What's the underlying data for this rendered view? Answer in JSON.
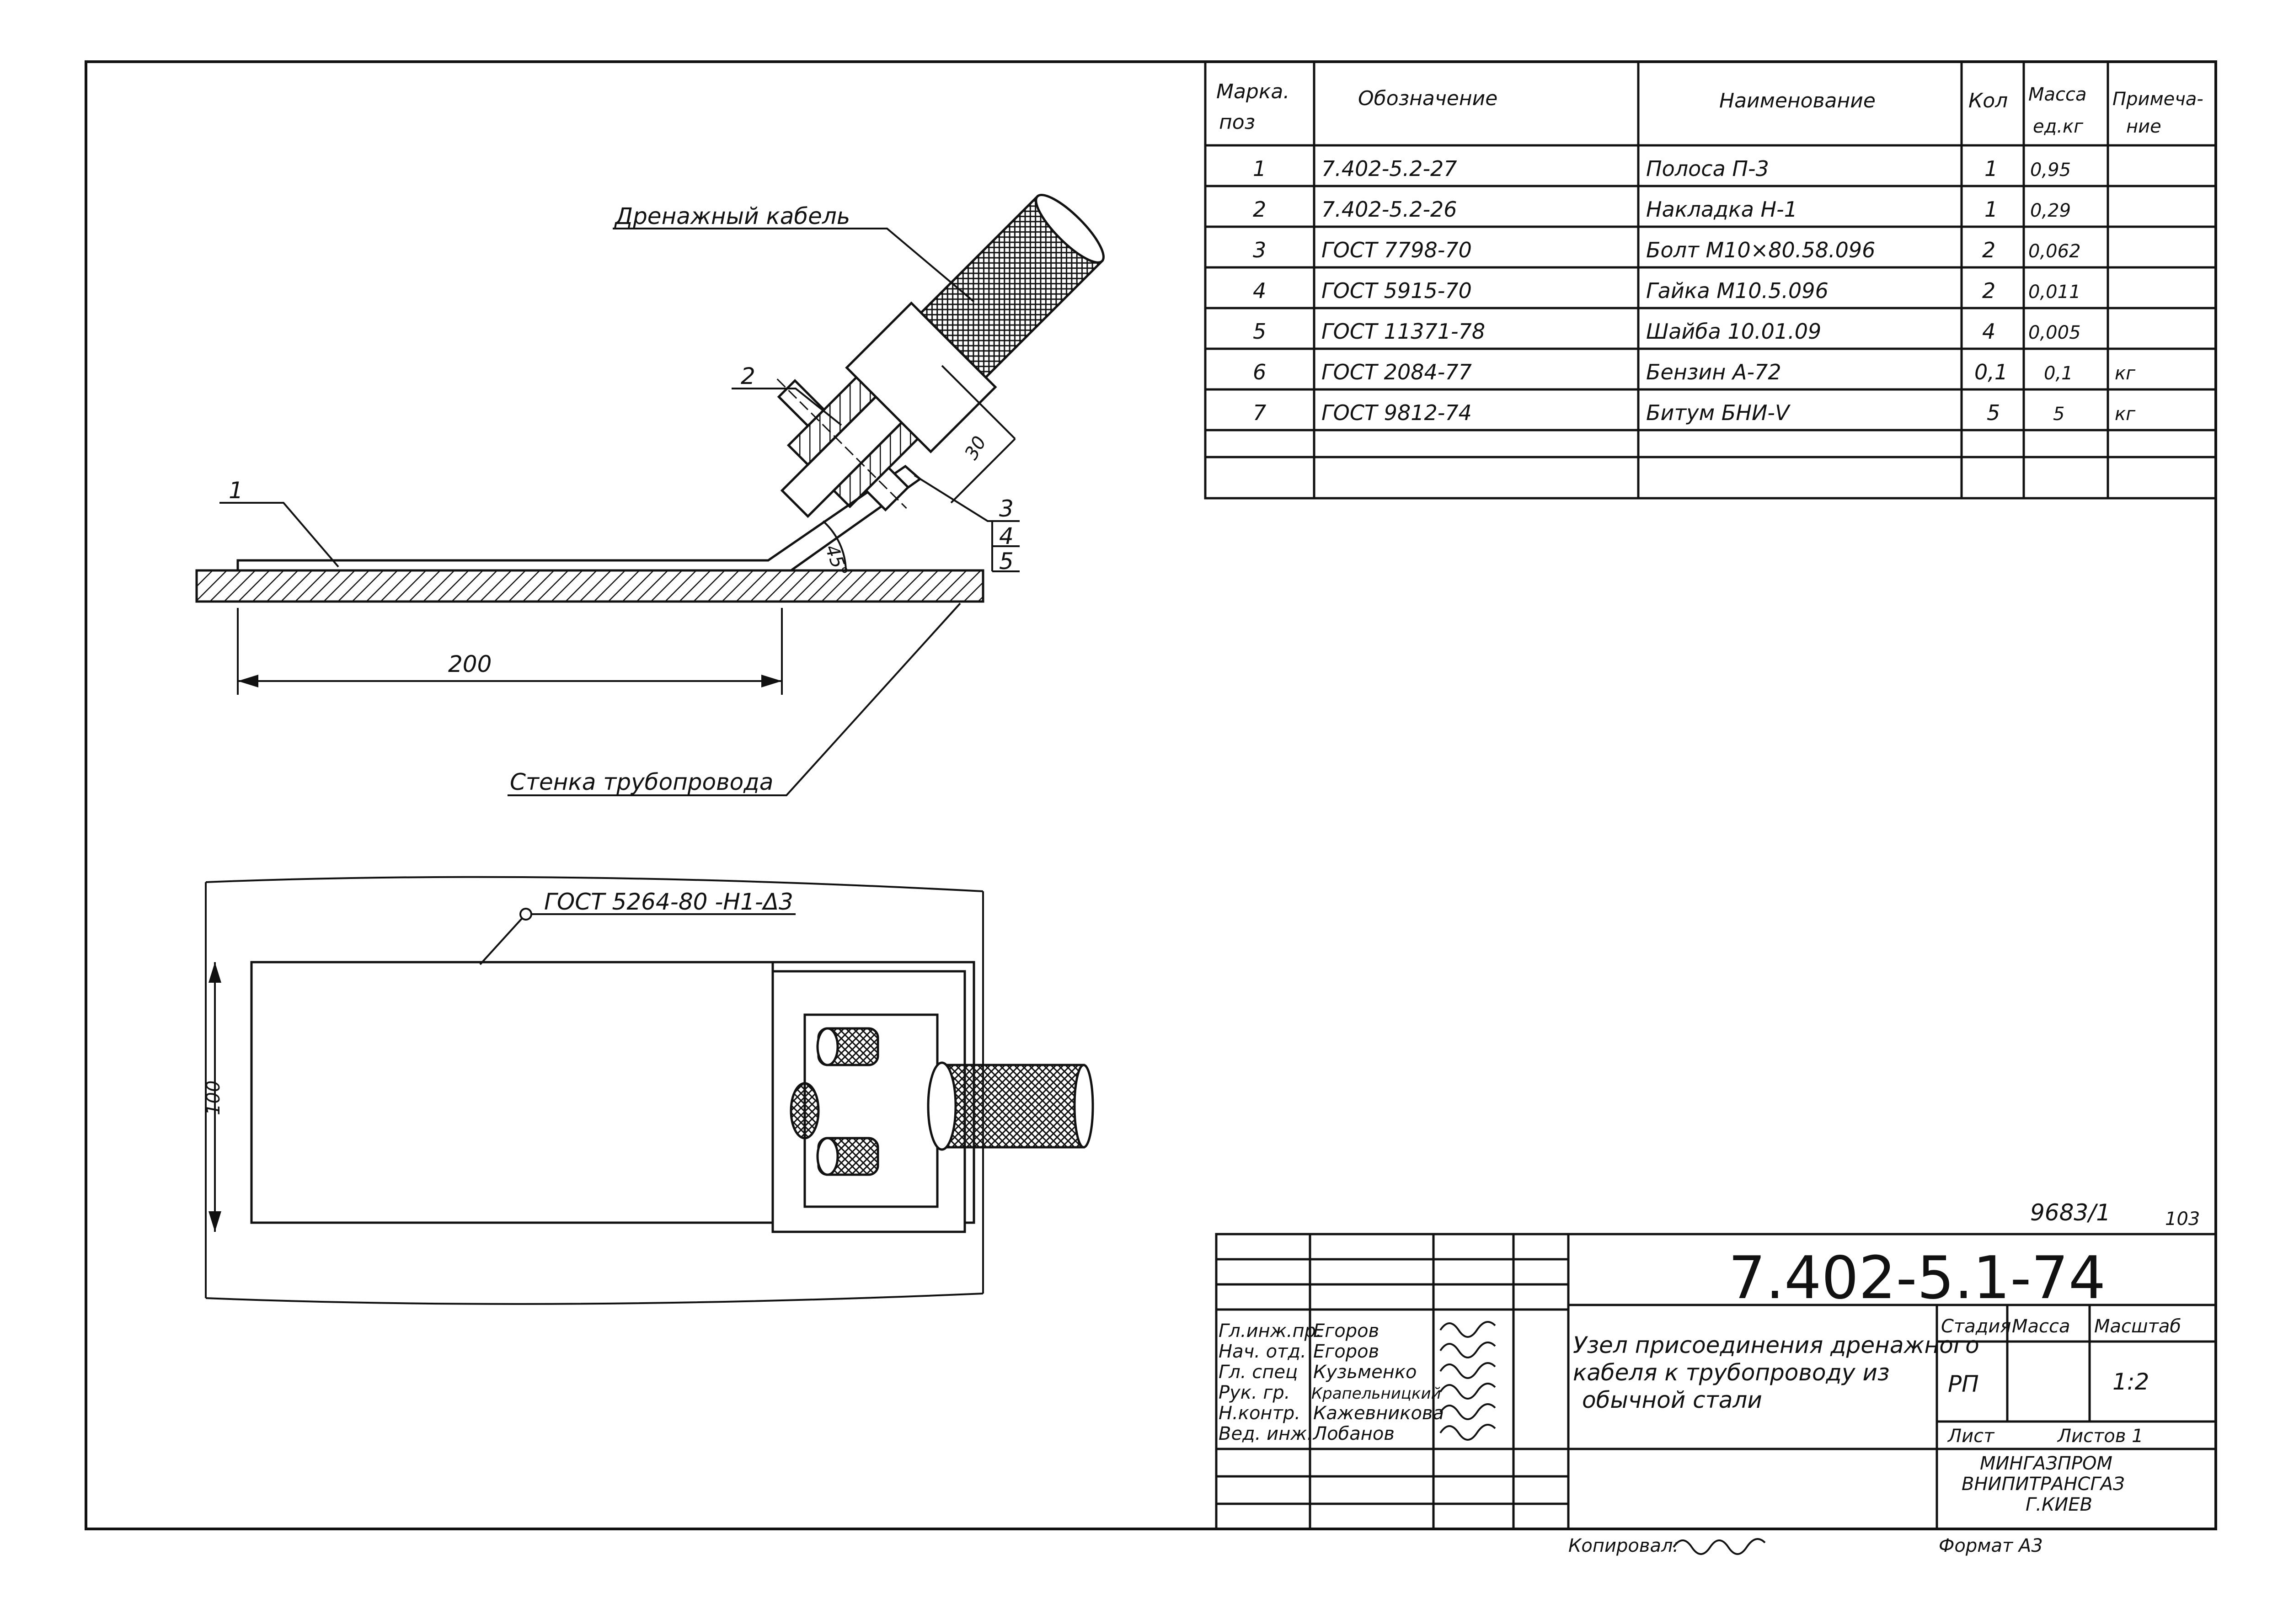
{
  "colors": {
    "ink": "#111111",
    "paper": "#ffffff"
  },
  "spec": {
    "headers": {
      "mark": "Марка.",
      "pos": "поз",
      "designation": "Обозначение",
      "name": "Наименование",
      "qty": "Кол",
      "mass": "Масса",
      "mass_unit": "ед.кг",
      "note": "Примеча-",
      "note2": "ние"
    },
    "rows": [
      {
        "pos": "1",
        "designation": "7.402-5.2-27",
        "name": "Полоса П-3",
        "qty": "1",
        "mass": "0,95",
        "note": ""
      },
      {
        "pos": "2",
        "designation": "7.402-5.2-26",
        "name": "Накладка Н-1",
        "qty": "1",
        "mass": "0,29",
        "note": ""
      },
      {
        "pos": "3",
        "designation": "ГОСТ  7798-70",
        "name": "Болт  М10×80.58.096",
        "qty": "2",
        "mass": "0,062",
        "note": ""
      },
      {
        "pos": "4",
        "designation": "ГОСТ  5915-70",
        "name": "Гайка  М10.5.096",
        "qty": "2",
        "mass": "0,011",
        "note": ""
      },
      {
        "pos": "5",
        "designation": "ГОСТ  11371-78",
        "name": "Шайба  10.01.09",
        "qty": "4",
        "mass": "0,005",
        "note": ""
      },
      {
        "pos": "6",
        "designation": "ГОСТ  2084-77",
        "name": "Бензин  А-72",
        "qty": "0,1",
        "mass": "0,1",
        "note": "кг"
      },
      {
        "pos": "7",
        "designation": "ГОСТ  9812-74",
        "name": "Битум  БНИ-Ⅴ",
        "qty": "5",
        "mass": "5",
        "note": "кг"
      }
    ]
  },
  "drawing": {
    "label_cable": "Дренажный кабель",
    "label_wall": "Стенка трубопровода",
    "callout_1": "1",
    "callout_2": "2",
    "callout_3": "3",
    "callout_4": "4",
    "callout_5": "5",
    "dim_200": "200",
    "dim_30": "30",
    "angle": "45°",
    "dim_100": "100",
    "weld": "ГОСТ  5264-80 -Н1-Δ3"
  },
  "sheet_no": "9683/1",
  "page_no": "103",
  "title_block": {
    "doc_code": "7.402-5.1-74",
    "title_line1": "Узел присоединения дренажного",
    "title_line2": "кабеля к трубопроводу из",
    "title_line3": "обычной  стали",
    "stage_label": "Стадия",
    "mass_label": "Масса",
    "scale_label": "Масштаб",
    "stage": "РП",
    "scale": "1:2",
    "sheet_label": "Лист",
    "sheets_label": "Листов 1",
    "org1": "МИНГАЗПРОМ",
    "org2": "ВНИПИТРАНСГАЗ",
    "org3": "Г.КИЕВ",
    "roles": [
      {
        "role": "Гл.инж.пр.",
        "name": "Егоров"
      },
      {
        "role": "Нач. отд.",
        "name": "Егоров"
      },
      {
        "role": "Гл. спец",
        "name": "Кузьменко"
      },
      {
        "role": "Рук. гр.",
        "name": "Крапельницкий"
      },
      {
        "role": "Н.контр.",
        "name": "Кажевникова"
      },
      {
        "role": "Вед. инж.",
        "name": "Лобанов"
      }
    ],
    "copied": "Копировал:",
    "format": "Формат А3"
  }
}
